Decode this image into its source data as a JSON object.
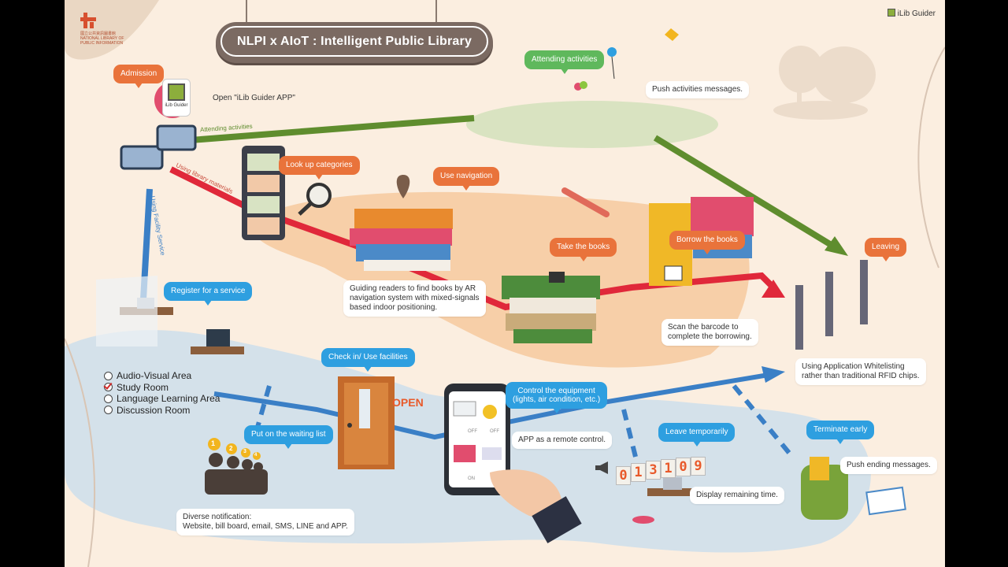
{
  "brand": {
    "app_name": "iLib Guider",
    "org_lines": [
      "國立公共資訊圖書館",
      "NATIONAL LIBRARY OF",
      "PUBLIC INFORMATION"
    ]
  },
  "title": "NLPI x AIoT : Intelligent Public Library",
  "app_icon_label": "iLib Guider",
  "path_labels": {
    "attending_activities": "Attending activities",
    "using_library_materials": "Using library materials",
    "using_facility_service": "Using Facility Service"
  },
  "pills": {
    "admission": "Admission",
    "attending_activities": "Attending activities",
    "look_up_categories": "Look up categories",
    "use_navigation": "Use navigation",
    "take_the_books": "Take the books",
    "borrow_the_books": "Borrow the books",
    "leaving": "Leaving",
    "register_for_service": "Register for a service",
    "check_in": "Check in/ Use facilities",
    "control_equipment_1": "Control the equipment",
    "control_equipment_2": "(lights, air condition, etc.)",
    "put_on_waiting_list": "Put on the waiting list",
    "leave_temporarily": "Leave temporarily",
    "terminate_early": "Terminate early"
  },
  "notes": {
    "open_app": "Open \"iLib Guider APP\"",
    "push_activities": "Push activities messages.",
    "guiding_1": "Guiding readers to find books by AR",
    "guiding_2": "navigation system with mixed-signals",
    "guiding_3": "based indoor positioning.",
    "scan_1": "Scan the barcode to",
    "scan_2": "complete the borrowing.",
    "whitelist_1": "Using Application Whitelisting",
    "whitelist_2": "rather than traditional RFID chips.",
    "remote_control": "APP as a remote control.",
    "remaining_time": "Display remaining time.",
    "push_ending": "Push ending messages.",
    "diverse_1": "Diverse notification:",
    "diverse_2": "Website, bill board, email, SMS, LINE and APP."
  },
  "areas": [
    {
      "label": "Audio-Visual Area",
      "checked": false
    },
    {
      "label": "Study Room",
      "checked": true
    },
    {
      "label": "Language Learning Area",
      "checked": false
    },
    {
      "label": "Discussion Room",
      "checked": false
    }
  ],
  "door_sign": "OPEN",
  "phone": {
    "off_label_1": "OFF",
    "off_label_2": "OFF",
    "on_label": "ON"
  },
  "timer_digits": [
    "0",
    "1",
    "3",
    "1",
    "0",
    "9"
  ],
  "queue_numbers": [
    "1",
    "2",
    "3",
    "4"
  ],
  "colors": {
    "background": "#fbeee0",
    "orange_pill": "#e9733b",
    "blue_pill": "#2e9fe0",
    "green_pill": "#5fb85c",
    "red_path": "#e0283a",
    "green_path": "#5f8d2e",
    "blue_path": "#3a7fc6"
  }
}
